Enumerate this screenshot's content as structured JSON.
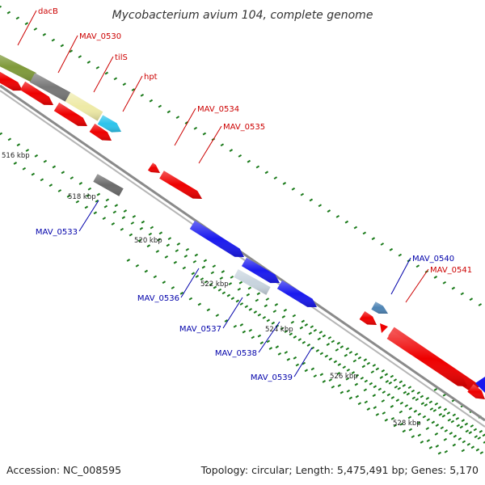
{
  "title": "Mycobacterium avium 104, complete genome",
  "footer": {
    "accession": "Accession: NC_008595",
    "summary": "Topology: circular; Length: 5,475,491 bp; Genes: 5,170"
  },
  "colors": {
    "forward_label": "#cc0000",
    "reverse_label": "#0000aa",
    "backbone": "#8a8a8a",
    "tick": "#1a7a1a"
  },
  "ticks": [
    "516 kbp",
    "518 kbp",
    "520 kbp",
    "522 kbp",
    "524 kbp",
    "526 kbp",
    "528 kbp"
  ],
  "genes": [
    {
      "name": "dacB",
      "strand": "+",
      "color": "#7f9a3a"
    },
    {
      "name": "MAV_0530",
      "strand": "+",
      "color": "#777777"
    },
    {
      "name": "tilS",
      "strand": "+",
      "color": "#eeeaa6"
    },
    {
      "name": "hpt",
      "strand": "+",
      "color": "#2cc4ec"
    },
    {
      "name": "MAV_0533",
      "strand": "-",
      "color": "#6b6b6b"
    },
    {
      "name": "MAV_0534",
      "strand": "+",
      "color": "#ee0000"
    },
    {
      "name": "MAV_0535",
      "strand": "+",
      "color": "#ee0000"
    },
    {
      "name": "MAV_0536",
      "strand": "-",
      "color": "#1a1aee"
    },
    {
      "name": "MAV_0537",
      "strand": "-",
      "color": "#c8d4de"
    },
    {
      "name": "MAV_0538",
      "strand": "-",
      "color": "#1a1aee"
    },
    {
      "name": "MAV_0539",
      "strand": "-",
      "color": "#1a1aee"
    },
    {
      "name": "MAV_0540",
      "strand": "-",
      "color": "#4e84b4"
    },
    {
      "name": "MAV_0541",
      "strand": "+",
      "color": "#ee0000"
    }
  ]
}
